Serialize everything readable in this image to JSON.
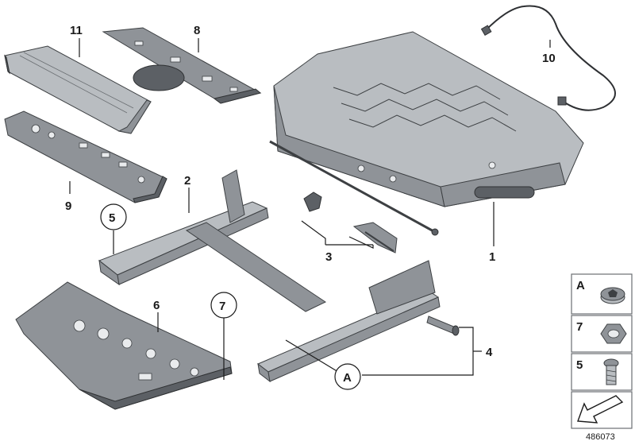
{
  "callouts": {
    "c1": "1",
    "c2": "2",
    "c3": "3",
    "c4": "4",
    "c5": "5",
    "c6": "6",
    "c7": "7",
    "c8": "8",
    "c9": "9",
    "c10": "10",
    "c11": "11",
    "cA": "A"
  },
  "legend": {
    "a": "A",
    "b": "7",
    "c": "5"
  },
  "figure_number": "486073",
  "colors": {
    "metal": "#8f9398",
    "metal_light": "#b9bdc1",
    "metal_dark": "#5c6065",
    "ink": "#1a1a1a"
  }
}
